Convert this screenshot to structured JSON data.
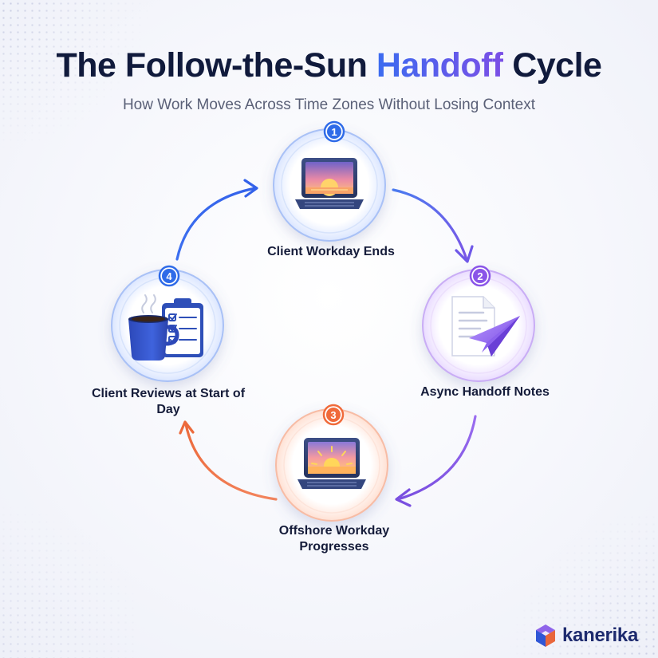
{
  "title": {
    "part1": "The Follow-the-Sun ",
    "accent": "Handoff",
    "part2": " Cycle"
  },
  "subtitle": "How Work Moves Across Time Zones Without Losing Context",
  "steps": [
    {
      "number": "1",
      "label": "Client Workday Ends",
      "icon": "laptop-sunset-icon",
      "color": "#2f6be8"
    },
    {
      "number": "2",
      "label": "Async Handoff Notes",
      "icon": "document-paper-plane-icon",
      "color": "#8a55e8"
    },
    {
      "number": "3",
      "label": "Offshore Workday Progresses",
      "icon": "laptop-sunrise-icon",
      "color": "#f06a3a"
    },
    {
      "number": "4",
      "label": "Client Reviews at Start of Day",
      "icon": "coffee-checklist-icon",
      "color": "#2f6be8"
    }
  ],
  "brand": {
    "name": "kanerika",
    "logo": "kanerika-cube-logo-icon"
  }
}
